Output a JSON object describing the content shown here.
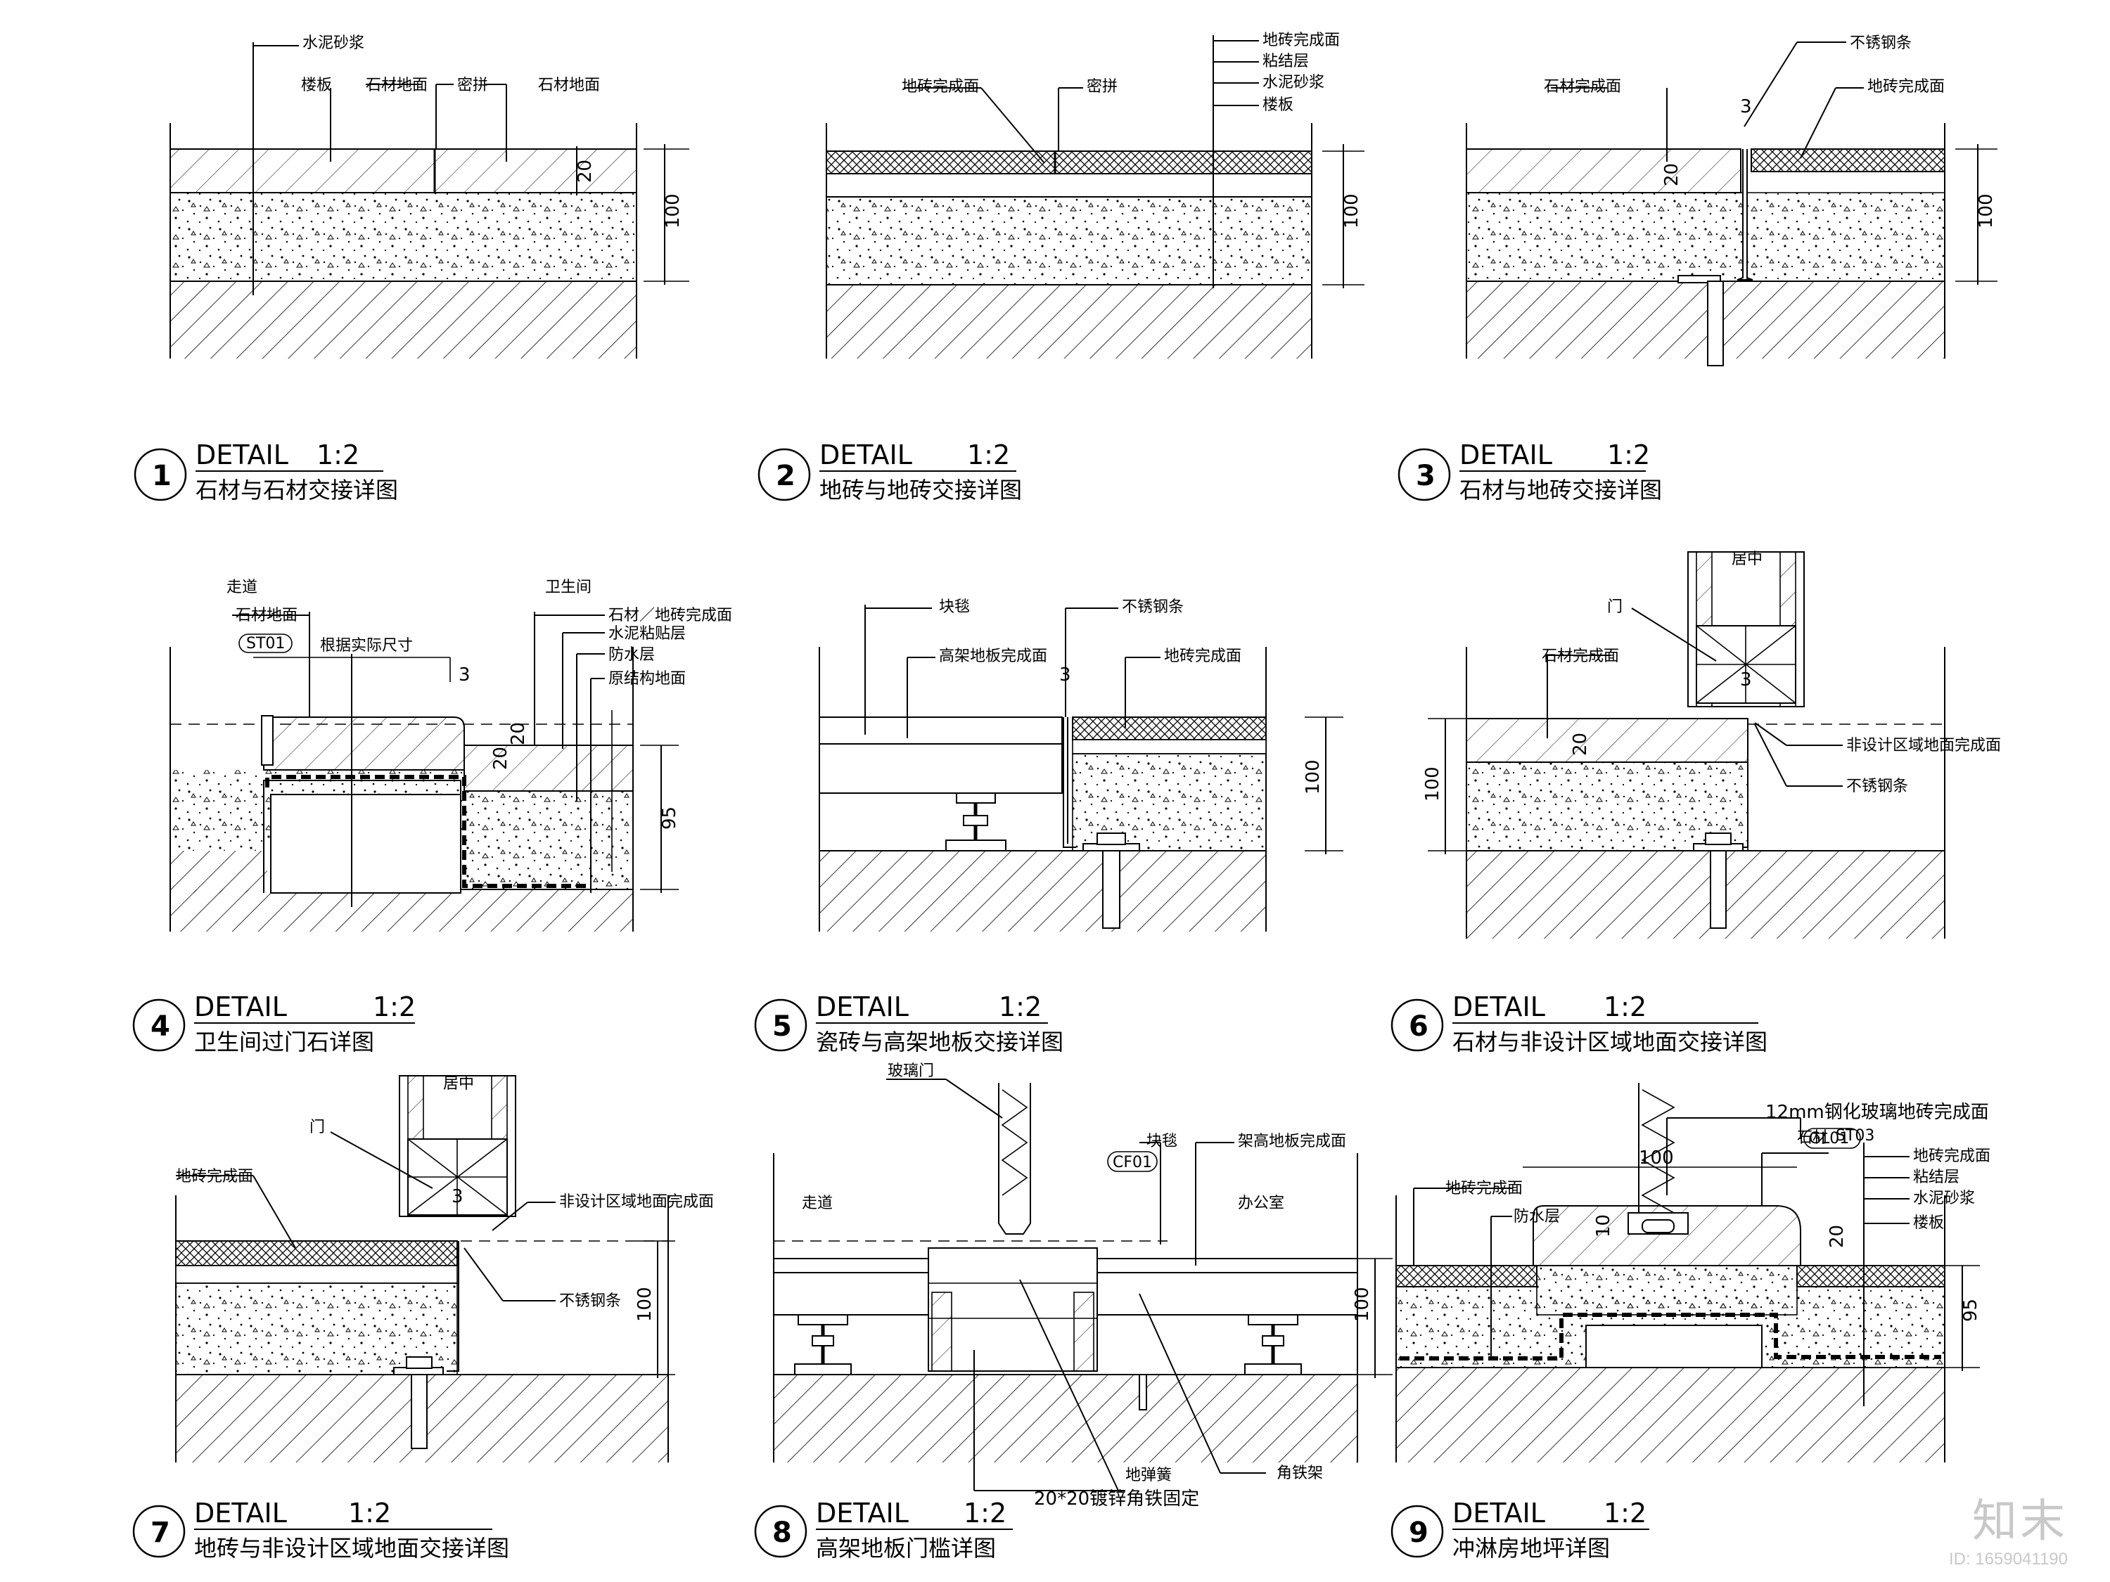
{
  "details": [
    {
      "num": "1",
      "title": "DETAIL",
      "scale": "1:2",
      "subtitle": "石材与石材交接详图",
      "labels": [
        "水泥砂浆",
        "楼板",
        "石材地面",
        "密拼",
        "石材地面"
      ],
      "dims": [
        "20",
        "100"
      ]
    },
    {
      "num": "2",
      "title": "DETAIL",
      "scale": "1:2",
      "subtitle": "地砖与地砖交接详图",
      "labels": [
        "地砖完成面",
        "密拼",
        "地砖完成面",
        "粘结层",
        "水泥砂浆",
        "楼板"
      ],
      "dims": [
        "100"
      ]
    },
    {
      "num": "3",
      "title": "DETAIL",
      "scale": "1:2",
      "subtitle": "石材与地砖交接详图",
      "labels": [
        "石材完成面",
        "不锈钢条",
        "地砖完成面"
      ],
      "dims": [
        "3",
        "20",
        "100"
      ]
    },
    {
      "num": "4",
      "title": "DETAIL",
      "scale": "1:2",
      "subtitle": "卫生间过门石详图",
      "labels": [
        "走道",
        "石材地面",
        "ST01",
        "根据实际尺寸",
        "卫生间",
        "石材／地砖完成面",
        "水泥粘贴层",
        "防水层",
        "原结构地面"
      ],
      "dims": [
        "3",
        "20",
        "20",
        "95"
      ]
    },
    {
      "num": "5",
      "title": "DETAIL",
      "scale": "1:2",
      "subtitle": "瓷砖与高架地板交接详图",
      "labels": [
        "块毯",
        "高架地板完成面",
        "不锈钢条",
        "地砖完成面"
      ],
      "dims": [
        "3",
        "100"
      ]
    },
    {
      "num": "6",
      "title": "DETAIL",
      "scale": "1:2",
      "subtitle": "石材与非设计区域地面交接详图",
      "labels": [
        "居中",
        "门",
        "石材完成面",
        "非设计区域地面完成面",
        "不锈钢条"
      ],
      "dims": [
        "3",
        "20",
        "100"
      ]
    },
    {
      "num": "7",
      "title": "DETAIL",
      "scale": "1:2",
      "subtitle": "地砖与非设计区域地面交接详图",
      "labels": [
        "居中",
        "门",
        "地砖完成面",
        "非设计区域地面完成面",
        "不锈钢条"
      ],
      "dims": [
        "3",
        "100"
      ]
    },
    {
      "num": "8",
      "title": "DETAIL",
      "scale": "1:2",
      "subtitle": "高架地板门槛详图",
      "labels": [
        "玻璃门",
        "块毯",
        "CF01",
        "架高地板完成面",
        "走道",
        "办公室",
        "20*20镀锌角铁固定",
        "地弹簧",
        "角铁架"
      ],
      "dims": [
        "100"
      ]
    },
    {
      "num": "9",
      "title": "DETAIL",
      "scale": "1:2",
      "subtitle": "冲淋房地坪详图",
      "labels": [
        "GL01",
        "12mm钢化玻璃地砖完成面",
        "石材",
        "ST03",
        "地砖完成面",
        "防水层",
        "地砖完成面",
        "粘结层",
        "水泥砂浆",
        "楼板"
      ],
      "dims": [
        "100",
        "10",
        "20",
        "95"
      ]
    }
  ],
  "watermark": {
    "logo": "知末",
    "id": "ID: 1659041190"
  }
}
